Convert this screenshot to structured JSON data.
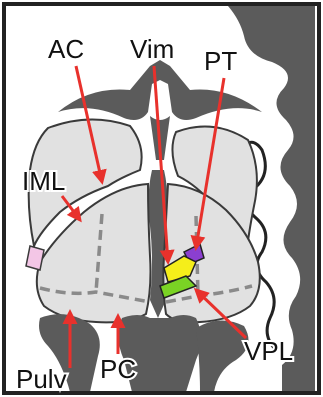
{
  "labels": {
    "ac": "AC",
    "vim": "Vim",
    "pt": "PT",
    "iml": "IML",
    "vpl": "VPL",
    "pulv": "Pulv",
    "pc": "PC"
  },
  "colors": {
    "background": "#ffffff",
    "frame": "#222222",
    "dark_tissue": "#5b5b5b",
    "thalamus_fill": "#e1e1e1",
    "dashed_lines": "#8a8a8a",
    "arrows": "#e8312c",
    "vim_nucleus": "#f5ee1a",
    "pt_nucleus": "#8b3fd0",
    "vpl_nucleus": "#7ad324",
    "left_pink_region": "#f3c6e6"
  }
}
